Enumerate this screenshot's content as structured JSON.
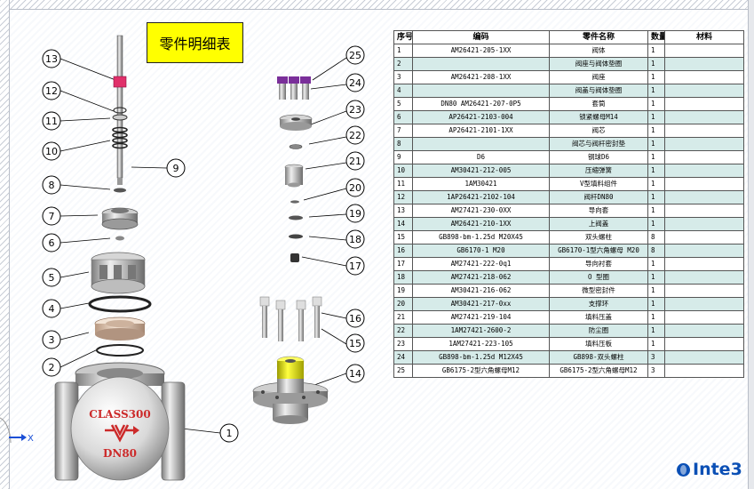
{
  "title": "零件明细表",
  "table": {
    "headers": [
      "序号",
      "编码",
      "零件名称",
      "数量",
      "材料"
    ],
    "rows": [
      [
        "1",
        "AM26421-205-1XX",
        "阀体",
        "1",
        ""
      ],
      [
        "2",
        "",
        "阀座与阀体垫圈",
        "1",
        ""
      ],
      [
        "3",
        "AM26421-208-1XX",
        "阀座",
        "1",
        ""
      ],
      [
        "4",
        "",
        "阀盖与阀体垫圈",
        "1",
        ""
      ],
      [
        "5",
        "DN80 AM26421-207-0P5",
        "套筒",
        "1",
        ""
      ],
      [
        "6",
        "AP26421-2103-004",
        "锁紧螺母M14",
        "1",
        ""
      ],
      [
        "7",
        "AP26421-2101-1XX",
        "阀芯",
        "1",
        ""
      ],
      [
        "8",
        "",
        "阀芯与阀杆密封垫",
        "1",
        ""
      ],
      [
        "9",
        "D6",
        "钢球D6",
        "1",
        ""
      ],
      [
        "10",
        "AM30421-212-005",
        "压缩弹簧",
        "1",
        ""
      ],
      [
        "11",
        "1AM30421",
        "V型填料组件",
        "1",
        ""
      ],
      [
        "12",
        "1AP26421-2102-104",
        "阀杆DN80",
        "1",
        ""
      ],
      [
        "13",
        "AM27421-230-0XX",
        "导向套",
        "1",
        ""
      ],
      [
        "14",
        "AM26421-210-1XX",
        "上阀盖",
        "1",
        ""
      ],
      [
        "15",
        "GB898-bm-1.25d M20X45",
        "双头螺柱",
        "8",
        ""
      ],
      [
        "16",
        "GB6170-1 M20",
        "GB6170-1型六角螺母 M20",
        "8",
        ""
      ],
      [
        "17",
        "AM27421-222-0q1",
        "导向衬套",
        "1",
        ""
      ],
      [
        "18",
        "AM27421-218-062",
        "O 型圈",
        "1",
        ""
      ],
      [
        "19",
        "AM30421-216-062",
        "微型密封件",
        "1",
        ""
      ],
      [
        "20",
        "AM30421-217-0xx",
        "支撑环",
        "1",
        ""
      ],
      [
        "21",
        "AM27421-219-104",
        "填料压盖",
        "1",
        ""
      ],
      [
        "22",
        "1AM27421-2600-2",
        "防尘圈",
        "1",
        ""
      ],
      [
        "23",
        "1AM27421-223-105",
        "填料压板",
        "1",
        ""
      ],
      [
        "24",
        "GB898-bm-1.25d M12X45",
        "GB898-双头螺柱",
        "3",
        ""
      ],
      [
        "25",
        "GB6175-2型六角螺母M12",
        "GB6175-2型六角螺母M12",
        "3",
        ""
      ]
    ]
  },
  "callouts": [
    "1",
    "2",
    "3",
    "4",
    "5",
    "6",
    "7",
    "8",
    "9",
    "10",
    "11",
    "12",
    "13",
    "14",
    "15",
    "16",
    "17",
    "18",
    "19",
    "20",
    "21",
    "22",
    "23",
    "24",
    "25"
  ],
  "valve_body": {
    "line1": "CLASS300",
    "line2": "DN80"
  },
  "axis_label": "X",
  "logo_text": "Inte3",
  "colors": {
    "title_bg": "#ffff00",
    "row_alt": "#d6ebe9",
    "valve_red": "#cc2a2a",
    "axis_blue": "#1a4fd6",
    "logo_blue": "#0a4fb5",
    "yellow_part": "#e6e600",
    "stem_red": "#e0306a"
  }
}
